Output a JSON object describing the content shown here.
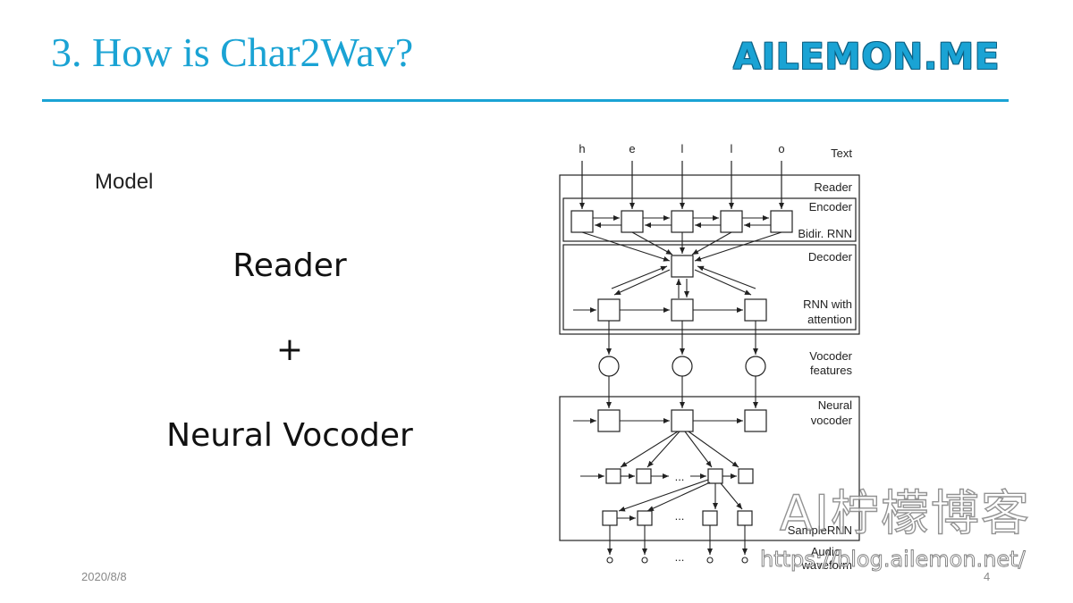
{
  "slide": {
    "title": "3. How is Char2Wav?",
    "brand": "AILEMON.ME",
    "model_label": "Model",
    "reader_text": "Reader",
    "plus_text": "+",
    "vocoder_text": "Neural Vocoder",
    "date": "2020/8/8",
    "page_number": "4"
  },
  "diagram": {
    "input_chars": [
      "h",
      "e",
      "l",
      "l",
      "o"
    ],
    "text_label": "Text",
    "reader_label": "Reader",
    "encoder_label": "Encoder",
    "bidir_label": "Bidir. RNN",
    "decoder_label": "Decoder",
    "rnn_attention_line1": "RNN with",
    "rnn_attention_line2": "attention",
    "vocoder_features_line1": "Vocoder",
    "vocoder_features_line2": "features",
    "neural_vocoder_line1": "Neural",
    "neural_vocoder_line2": "vocoder",
    "samplernn_label": "SampleRNN",
    "audio_line1": "Audio",
    "audio_line2": "waveform",
    "ellipsis": "..."
  },
  "watermark": {
    "text": "AI柠檬博客",
    "url": "https://blog.ailemon.net/"
  },
  "colors": {
    "accent": "#1aa3d4"
  }
}
